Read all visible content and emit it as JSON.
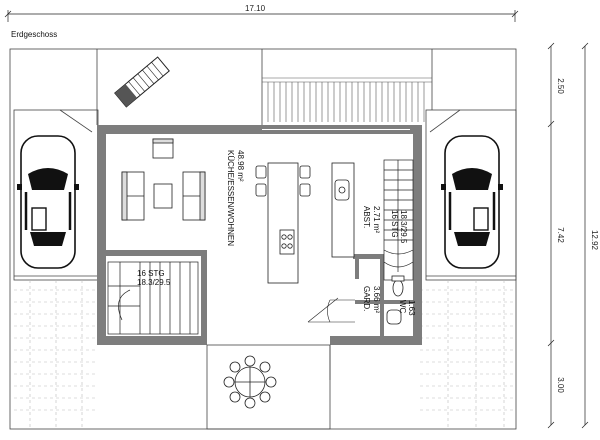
{
  "title": "Erdgeschoss",
  "dims": {
    "top_total": "17.10",
    "right_total": "12.92",
    "right_seg1": "2.50",
    "right_seg2": "7.42",
    "right_seg3": "3.00"
  },
  "rooms": {
    "kitchen_name": "KÜCHE/ESSEN/WOHNEN",
    "kitchen_area": "48.98 m²",
    "abst_name": "ABST.",
    "abst_area": "2.71 m²",
    "gard_name": "GARD.",
    "gard_area": "3.66 m²",
    "wc_name": "WC",
    "wc_area": "1.63",
    "stair_left_steps": "16 STG",
    "stair_left_size": "18.3/29.5",
    "stair_right_steps": "16 STG",
    "stair_right_size": "18.3/29.5"
  },
  "colors": {
    "wall": "#7d7d7d",
    "line": "#222222"
  }
}
